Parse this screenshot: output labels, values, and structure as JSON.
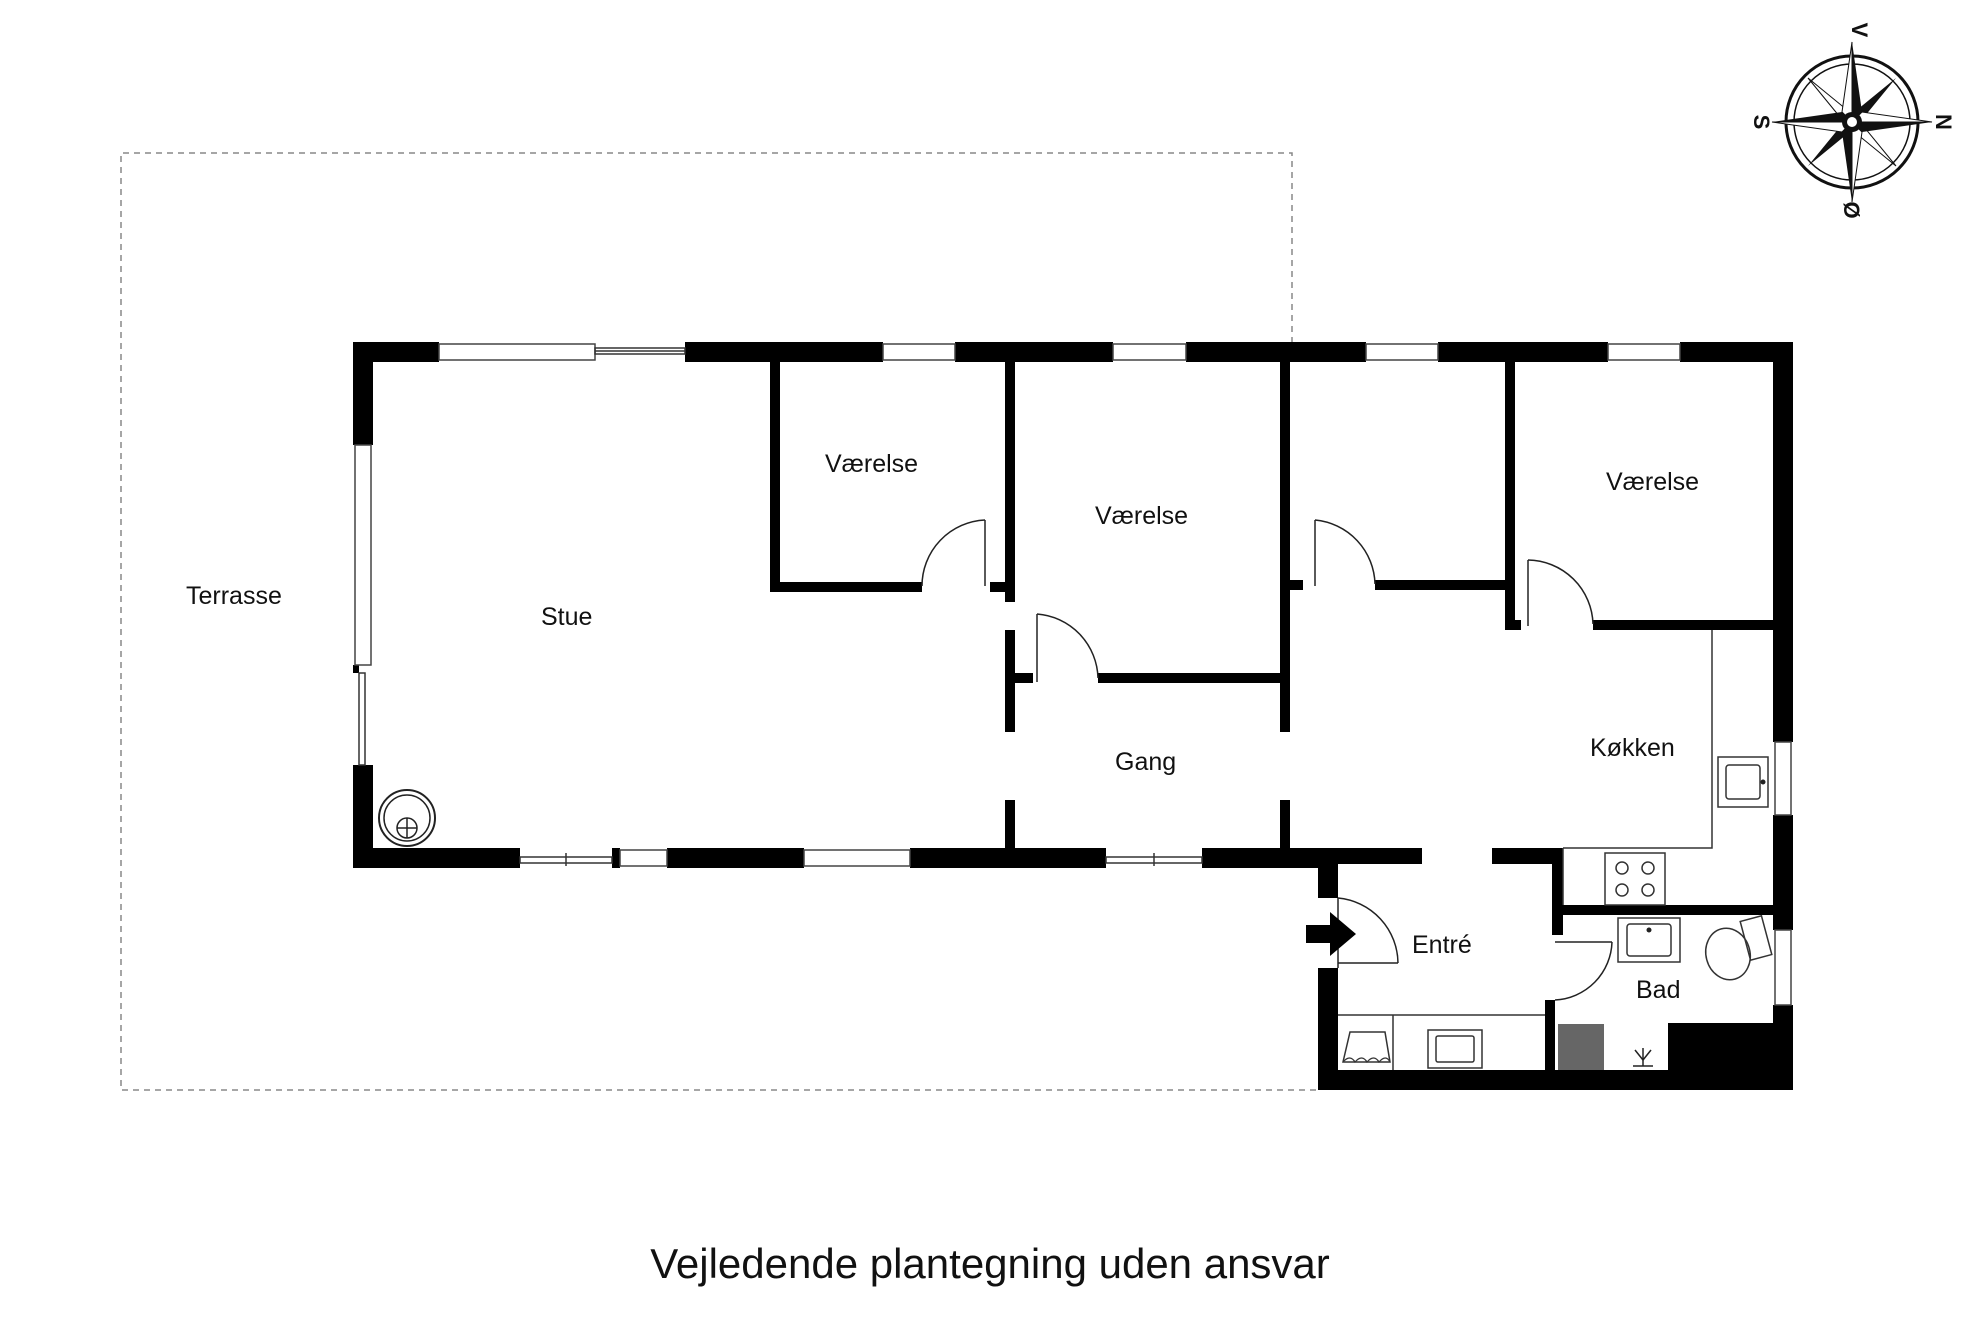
{
  "rooms": {
    "terrasse": "Terrasse",
    "stue": "Stue",
    "vaerelse_1": "Værelse",
    "vaerelse_2": "Værelse",
    "vaerelse_3": "Værelse",
    "gang": "Gang",
    "koekken": "Køkken",
    "entre": "Entré",
    "bad": "Bad"
  },
  "compass": {
    "north": "N",
    "south": "S",
    "east": "Ø",
    "west": "V"
  },
  "caption": "Vejledende plantegning uden ansvar",
  "colors": {
    "wall": "#000000",
    "terrace_outline": "#888888",
    "floor": "#ffffff",
    "shower_tile": "#666666"
  }
}
